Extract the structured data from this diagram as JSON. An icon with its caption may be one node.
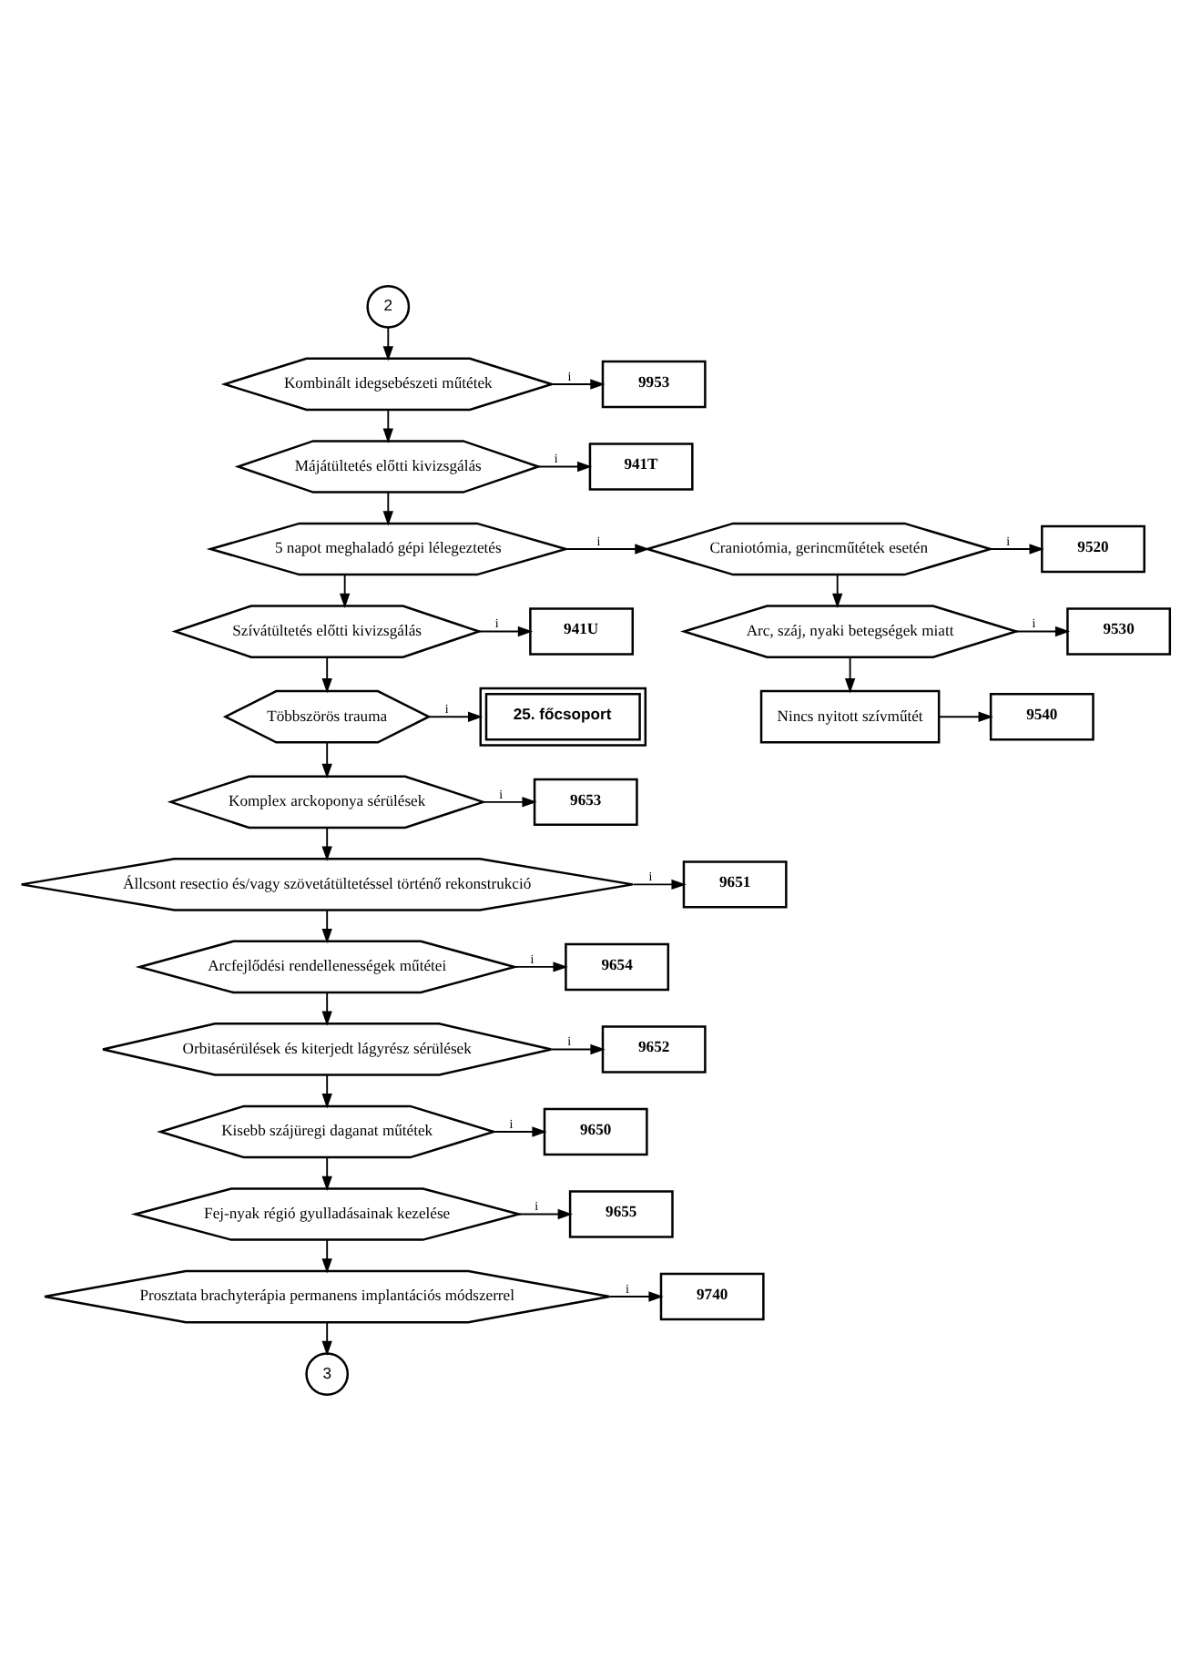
{
  "diagram": {
    "nodes": [
      {
        "text": [
          "2"
        ]
      },
      {
        "text": [
          "Kombinált idegsebészeti műtétek"
        ]
      },
      {
        "text": [
          "9953"
        ]
      },
      {
        "text": [
          "Májátültetés előtti kivizsgálás"
        ]
      },
      {
        "text": [
          "941T"
        ]
      },
      {
        "text": [
          "5 napot meghaladó gépi lélegeztetés"
        ]
      },
      {
        "text": [
          "Craniotómia, gerincműtétek esetén"
        ]
      },
      {
        "text": [
          "9520"
        ]
      },
      {
        "text": [
          "Arc, száj, nyaki betegségek miatt"
        ]
      },
      {
        "text": [
          "9530"
        ]
      },
      {
        "text": [
          "Nincs nyitott szívműtét"
        ]
      },
      {
        "text": [
          "9540"
        ]
      },
      {
        "text": [
          "Szívátültetés előtti kivizsgálás"
        ]
      },
      {
        "text": [
          "941U"
        ]
      },
      {
        "text": [
          "Többszörös trauma"
        ]
      },
      {
        "text": [
          "25. főcsoport"
        ]
      },
      {
        "text": [
          "Komplex arckoponya sérülések"
        ]
      },
      {
        "text": [
          "9653"
        ]
      },
      {
        "text": [
          "Állcsont resectio és/vagy szövetátültetéssel történő rekonstrukció"
        ]
      },
      {
        "text": [
          "9651"
        ]
      },
      {
        "text": [
          "Arcfejlődési rendellenességek műtétei"
        ]
      },
      {
        "text": [
          "9654"
        ]
      },
      {
        "text": [
          "Orbitasérülések és kiterjedt lágyrész sérülések"
        ]
      },
      {
        "text": [
          "9652"
        ]
      },
      {
        "text": [
          "Kisebb szájüregi daganat műtétek"
        ]
      },
      {
        "text": [
          "9650"
        ]
      },
      {
        "text": [
          "Fej-nyak régió gyulladásainak kezelése"
        ]
      },
      {
        "text": [
          "9655"
        ]
      },
      {
        "text": [
          "Prosztata brachyterápia permanens implantációs módszerrel"
        ]
      },
      {
        "text": [
          "9740"
        ]
      },
      {
        "text": [
          "3"
        ]
      }
    ],
    "edges": [
      {
        "from": 0,
        "to": 1,
        "arrow": "to"
      },
      {
        "from": 1,
        "to": 2,
        "arrow": "to",
        "label": "i"
      },
      {
        "from": 1,
        "to": 3,
        "arrow": "to"
      },
      {
        "from": 3,
        "to": 4,
        "arrow": "to",
        "label": "i"
      },
      {
        "from": 3,
        "to": 5,
        "arrow": "to"
      },
      {
        "from": 5,
        "to": 6,
        "arrow": "to",
        "label": "i"
      },
      {
        "from": 6,
        "to": 7,
        "arrow": "to",
        "label": "i"
      },
      {
        "from": 6,
        "to": 8,
        "arrow": "to"
      },
      {
        "from": 8,
        "to": 9,
        "arrow": "to",
        "label": "i"
      },
      {
        "from": 8,
        "to": 10,
        "arrow": "to"
      },
      {
        "from": 10,
        "to": 11,
        "arrow": "to"
      },
      {
        "from": 5,
        "to": 12,
        "arrow": "to"
      },
      {
        "from": 12,
        "to": 13,
        "arrow": "to",
        "label": "i"
      },
      {
        "from": 12,
        "to": 14,
        "arrow": "to"
      },
      {
        "from": 14,
        "to": 15,
        "arrow": "to",
        "label": "i"
      },
      {
        "from": 14,
        "to": 16,
        "arrow": "to"
      },
      {
        "from": 16,
        "to": 17,
        "arrow": "to",
        "label": "i"
      },
      {
        "from": 16,
        "to": 18,
        "arrow": "to"
      },
      {
        "from": 18,
        "to": 19,
        "arrow": "to",
        "label": "i"
      },
      {
        "from": 18,
        "to": 20,
        "arrow": "to"
      },
      {
        "from": 20,
        "to": 21,
        "arrow": "to",
        "label": "i"
      },
      {
        "from": 20,
        "to": 22,
        "arrow": "to"
      },
      {
        "from": 22,
        "to": 23,
        "arrow": "to",
        "label": "i"
      },
      {
        "from": 22,
        "to": 24,
        "arrow": "to"
      },
      {
        "from": 24,
        "to": 25,
        "arrow": "to",
        "label": "i"
      },
      {
        "from": 24,
        "to": 26,
        "arrow": "to"
      },
      {
        "from": 26,
        "to": 27,
        "arrow": "to",
        "label": "i"
      },
      {
        "from": 26,
        "to": 28,
        "arrow": "to"
      },
      {
        "from": 28,
        "to": 29,
        "arrow": "to",
        "label": "i"
      },
      {
        "from": 28,
        "to": 30,
        "arrow": "to"
      }
    ]
  }
}
